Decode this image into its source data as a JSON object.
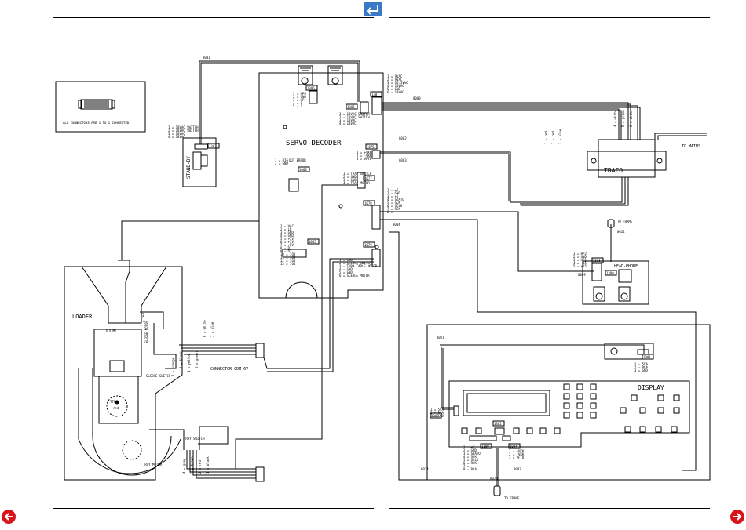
{
  "labels": {
    "servo_decoder": "SERVO-DECODER",
    "trafo": "TRAFO",
    "to_mains": "TO MAINS",
    "stand_by": "STAND-BY",
    "loader": "LOADER",
    "cdm": "CDM",
    "display": "DISPLAY",
    "head_phone": "HEAD-PHONE",
    "connector_cdm": "CONNECTOR CDM 6V",
    "all_connectors": "ALL CONNECTORS ARE 1 TO 1 CONNECTED",
    "to_frame_1": "TO FRAME",
    "to_frame_2": "TO FRAME",
    "sledge_switch": "SLEDGE SWITCH",
    "sledge_motor": "SLEDGE MOTOR",
    "tray_switch": "TRAY SWITCH",
    "tray_motor": "TRAY MOTOR",
    "ttm": "TTM",
    "red": "red",
    "out_error": "OUT ERROR"
  },
  "wire_refs": {
    "w8001": "8001",
    "w8009": "8009",
    "w8002": "8002",
    "w8003a": "8003",
    "w8004": "8004",
    "w8022": "8022",
    "w8009b": "8009",
    "w8021": "8021",
    "w8024": "8024",
    "w8020": "8020",
    "w8003b": "8003"
  },
  "connectors": {
    "c1303": "1303",
    "c1305": "1305",
    "c1306": "1306",
    "c1307": "1307",
    "c1075": "1075",
    "c1077": "1077",
    "c1078": "1078",
    "c1079": "1079",
    "c1085": "1085",
    "c1004": "1004",
    "c1100": "1100",
    "c1302": "1302",
    "c1308": "1308",
    "c1309": "1309",
    "c1002": "1002",
    "c1001": "1001",
    "c1060": "1060"
  },
  "pins": {
    "trafo_out": [
      "1 = 9VAC",
      "2 = 9VAC",
      "3 = 36.5VAC",
      "4 = 10VAC",
      "5 = GND",
      "6 = 10VAC"
    ],
    "hp_top": [
      "1 = HP6",
      "2 = GND",
      "3 = HP",
      "4 = 1",
      "5 = 1"
    ],
    "switch_1305": [
      "1 = 10VAC SWITCH",
      "2 = 10VAC SWITCH",
      "3 = 10VAC",
      "4 = 10VAC"
    ],
    "standby": [
      "1 = 10VAC SWITCH",
      "2 = 10VAC SWITCH",
      "3 = 10VAC",
      "4 = 10VAC"
    ],
    "dig_out": [
      "1 = DIG",
      "2 = GND"
    ],
    "c1075_pins": [
      "1 = +VKK",
      "2 = -VKK",
      "3 = VFTD"
    ],
    "tray": [
      "1 = TRAY SWITCH",
      "2 = GND",
      "3 = GND",
      "4 = TRAY MOTOR"
    ],
    "bus": [
      "1 = +5",
      "2 = GND",
      "3 = +5",
      "4 = SDATO",
      "5 = SCK",
      "6 = SCLK",
      "7 = RCK",
      "8 = -"
    ],
    "laser": [
      "1 = VAC",
      "2 = LD",
      "3 = GND",
      "4 = GND",
      "5 = +5V",
      "6 = +5V",
      "7 = +5V",
      "8 = DI",
      "9 = DI",
      "10 = IO3",
      "11 = IO4",
      "12 = IO3",
      "13 = IO4"
    ],
    "sledge": [
      "1 = GND",
      "2 = SLEDGE SWITCH",
      "3 = TURN TABLE MOTOR",
      "4 = GND",
      "5 = GND",
      "6 = SLEDGE MOTOR"
    ],
    "headphone": [
      "1 = HP2",
      "2 = GND",
      "3 = HP1",
      "4 = -15",
      "5 = +15"
    ],
    "display_pwr": [
      "1 = 5VA",
      "2 = RCA",
      "3 = GND"
    ],
    "display_bus": [
      "1 = +5",
      "2 = GND",
      "3 = SDATO",
      "4 = SCK",
      "5 = SCLK",
      "6 = RCK",
      "7 = -",
      "8 = RCA"
    ],
    "display_vkk": [
      "1 = +VKK",
      "2 = -VKK",
      "3 = VFTD"
    ],
    "ir_pins": [
      "1 = 5VA",
      "2 = RCA",
      "3 = GND"
    ],
    "trafo_colors": [
      "1 = red",
      "2 = red",
      "3 = blue",
      "4 = white",
      "5 = green",
      "6 = white"
    ],
    "cdm_colors_a": [
      "1 = red",
      "2 = orange",
      "3 = black",
      "4 = yellow",
      "5 = green",
      "6 = white",
      "7 = blue"
    ],
    "tray_colors": [
      "4 = grey",
      "3 = brown",
      "2 = red",
      "1 = black"
    ]
  }
}
